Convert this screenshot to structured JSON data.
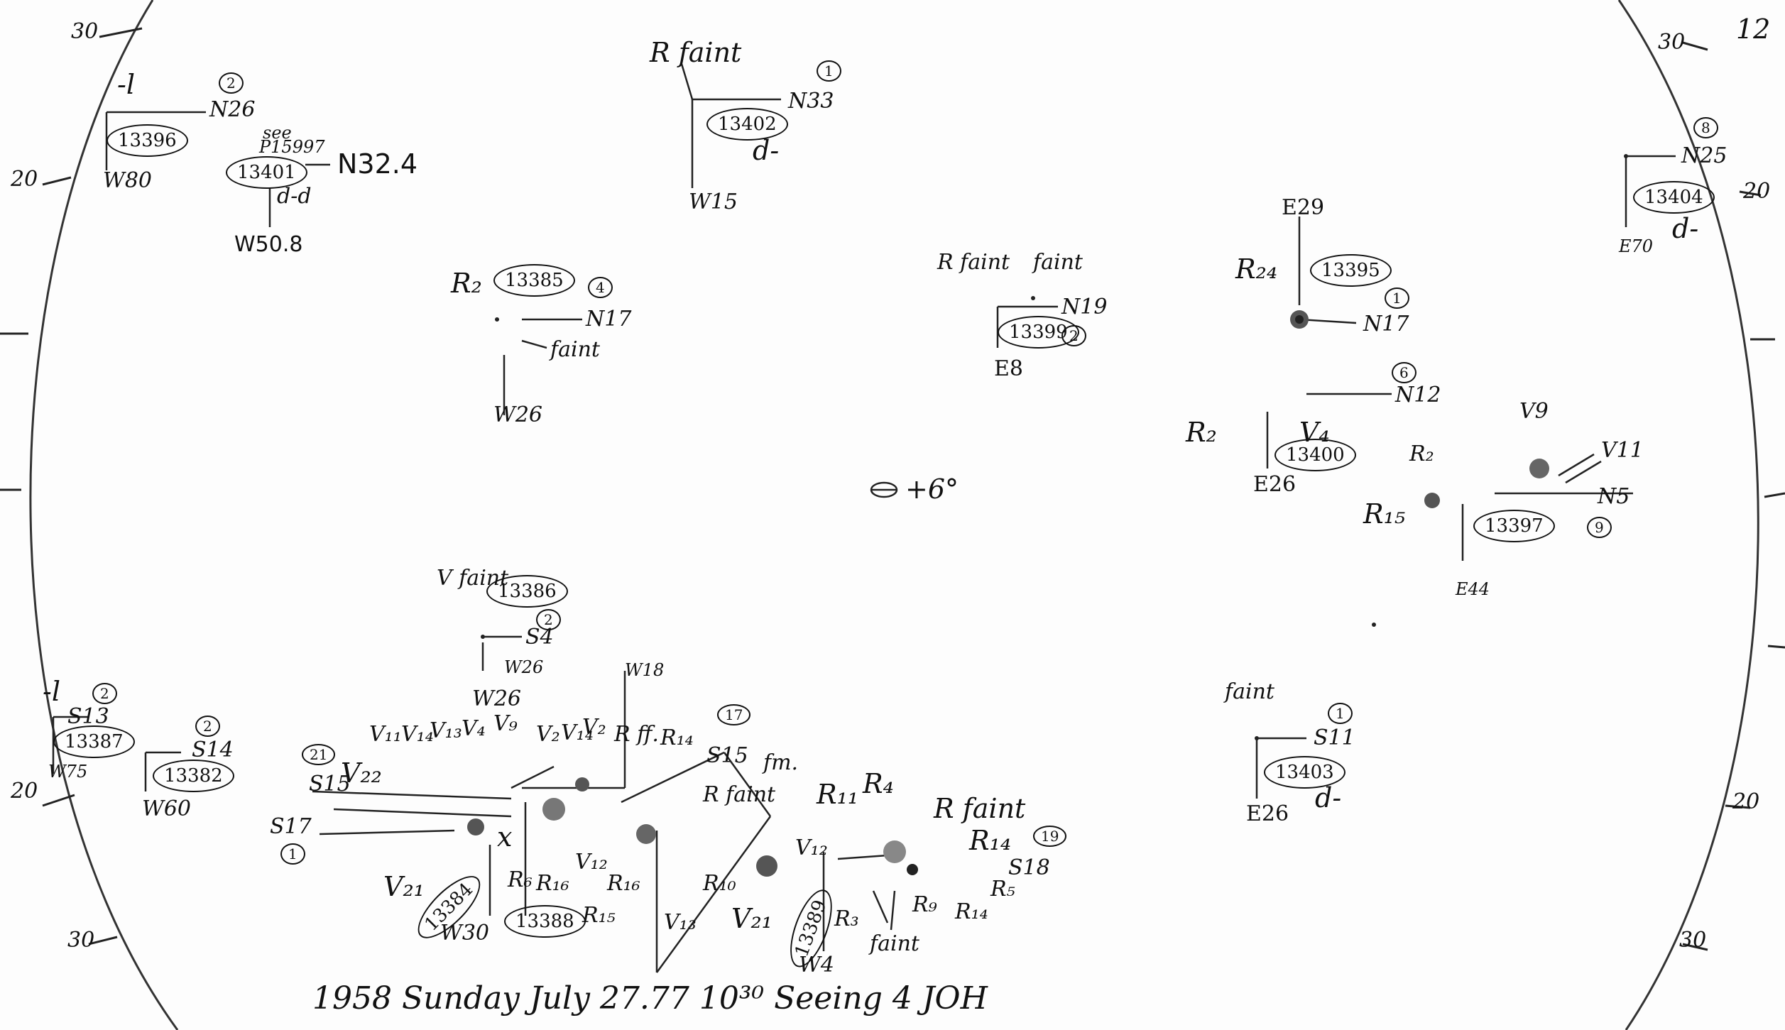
{
  "page_number": "12",
  "limb_ticks": [
    "30",
    "20",
    "20",
    "30",
    "30",
    "20",
    "20",
    "30"
  ],
  "center_mark": "+6°",
  "footer": "1958 Sunday July 27.77 10³⁰ Seeing 4 JOH",
  "regions": [
    {
      "id": "r13396",
      "number": "13396",
      "count": "2",
      "labels": [
        "-l",
        "N26",
        "W80"
      ]
    },
    {
      "id": "r13401",
      "number": "13401",
      "labels": [
        "see",
        "P15997",
        "N32.4",
        "d-d",
        "W50.8"
      ]
    },
    {
      "id": "r13402",
      "number": "13402",
      "count": "1",
      "labels": [
        "R faint",
        "N33",
        "d-",
        "W15"
      ]
    },
    {
      "id": "r13404",
      "number": "13404",
      "count": "8",
      "labels": [
        "N25",
        "d-",
        "E70"
      ]
    },
    {
      "id": "r13385",
      "number": "13385",
      "count": "4",
      "labels": [
        "R₂",
        "N17",
        "faint",
        "W26"
      ]
    },
    {
      "id": "r13399",
      "number": "13399",
      "count": "2",
      "labels": [
        "R faint",
        "faint",
        "N19",
        "E8"
      ]
    },
    {
      "id": "r13395",
      "number": "13395",
      "count": "1",
      "labels": [
        "E29",
        "R₂₄",
        "N17"
      ]
    },
    {
      "id": "r13400",
      "number": "13400",
      "count": "6",
      "labels": [
        "N12",
        "R₂",
        "V₄",
        "E26"
      ]
    },
    {
      "id": "r13397",
      "number": "13397",
      "count": "9",
      "labels": [
        "V9",
        "V11",
        "R₂",
        "R₁₅",
        "N5",
        "E44"
      ]
    },
    {
      "id": "r13386",
      "number": "13386",
      "count": "2",
      "labels": [
        "V faint",
        "S4",
        "W26"
      ]
    },
    {
      "id": "r13387",
      "number": "13387",
      "count": "2",
      "labels": [
        "-l",
        "S13",
        "W75"
      ]
    },
    {
      "id": "r13382",
      "number": "13382",
      "count": "2",
      "labels": [
        "S14",
        "W60"
      ]
    },
    {
      "id": "r13384",
      "number": "13384",
      "count": "21",
      "labels": [
        "S15",
        "V₂₂",
        "V₁₁",
        "V₁₄",
        "V₁₃",
        "V₄",
        "V₉",
        "S17",
        "1",
        "V₂₁",
        "W30",
        "W26",
        "x"
      ]
    },
    {
      "id": "r13388",
      "number": "13388",
      "labels": [
        "V₂",
        "V₁₄",
        "V₂",
        "R₆",
        "R₁₆",
        "V₁₂",
        "R₁₅",
        "R₁₆",
        "W18"
      ]
    },
    {
      "id": "r13389",
      "number": "13389",
      "count": "17",
      "labels": [
        "R ff.",
        "R₁₄",
        "S15",
        "fm.",
        "R faint",
        "V₁₂",
        "R₁₀",
        "V₁₃",
        "V₂₁",
        "W4"
      ]
    },
    {
      "id": "r13390",
      "count": "19",
      "labels": [
        "R₁₁",
        "R₄",
        "R faint",
        "R₁₄",
        "S18",
        "R₅",
        "R₁₄",
        "R₃",
        "R₉",
        "faint"
      ]
    },
    {
      "id": "r13403",
      "number": "13403",
      "count": "1",
      "labels": [
        "faint",
        "S11",
        "d-",
        "E26"
      ]
    }
  ]
}
